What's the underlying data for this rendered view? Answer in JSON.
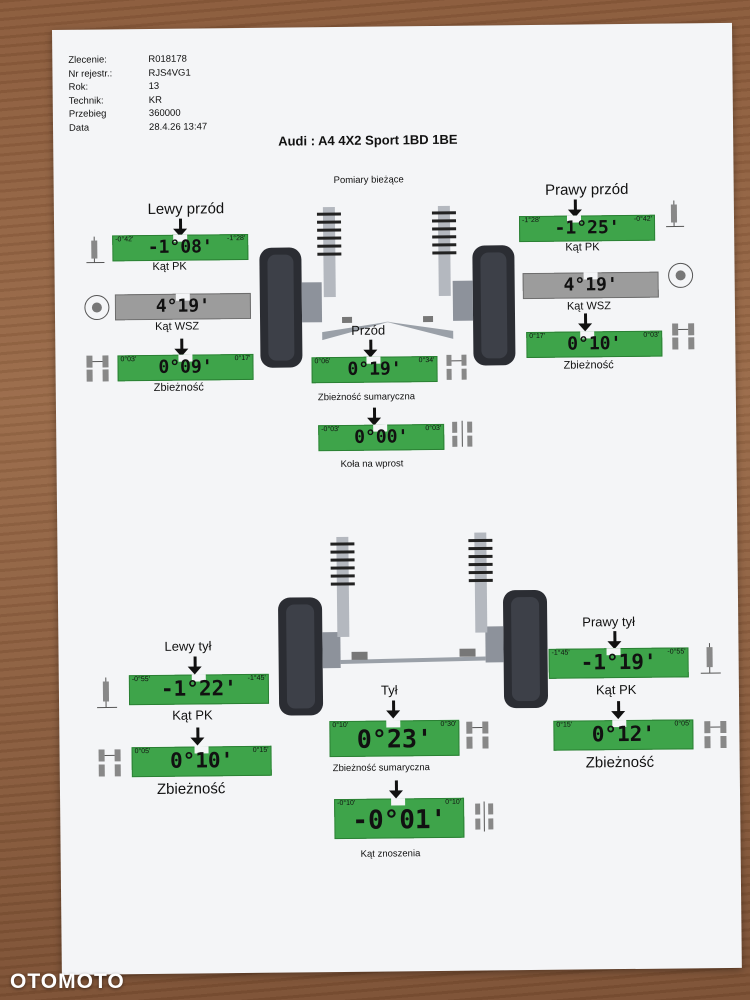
{
  "watermark": "OTOMOTO",
  "info": [
    {
      "key": "Zlecenie:",
      "value": "R018178"
    },
    {
      "key": "Nr rejestr.:",
      "value": "RJS4VG1"
    },
    {
      "key": "Rok:",
      "value": "13"
    },
    {
      "key": "Technik:",
      "value": "KR"
    },
    {
      "key": "Przebieg",
      "value": "360000"
    },
    {
      "key": "Data",
      "value": "28.4.26 13:47"
    }
  ],
  "vehicle_title": "Audi : A4 4X2 Sport 1BD 1BE",
  "front": {
    "section_label": "Pomiary bieżące",
    "left_label": "Lewy przód",
    "right_label": "Prawy przód",
    "axle_label": "Przód",
    "left_camber": {
      "value": "-1°08'",
      "min": "-0°42'",
      "max": "-1°28'",
      "label": "Kąt PK"
    },
    "right_camber": {
      "value": "-1°25'",
      "min": "-1°28'",
      "max": "-0°42'",
      "label": "Kąt PK"
    },
    "left_sai": {
      "value": "4°19'",
      "label": "Kąt WSZ"
    },
    "right_sai": {
      "value": "4°19'",
      "label": "Kąt WSZ"
    },
    "left_toe": {
      "value": "0°09'",
      "min": "0°03'",
      "max": "0°17'",
      "label": "Zbieżność"
    },
    "right_toe": {
      "value": "0°10'",
      "min": "0°17'",
      "max": "0°03'",
      "label": "Zbieżność"
    },
    "total_toe": {
      "value": "0°19'",
      "min": "0°06'",
      "max": "0°34'",
      "label": "Zbieżność sumaryczna"
    },
    "setback": {
      "value": "0°00'",
      "min": "-0°03'",
      "max": "0°03'",
      "label": "Koła na wprost"
    }
  },
  "rear": {
    "left_label": "Lewy tył",
    "right_label": "Prawy tył",
    "axle_label": "Tył",
    "left_camber": {
      "value": "-1°22'",
      "min": "-0°55'",
      "max": "-1°45'",
      "label": "Kąt PK"
    },
    "right_camber": {
      "value": "-1°19'",
      "min": "-1°45'",
      "max": "-0°55'",
      "label": "Kąt PK"
    },
    "left_toe": {
      "value": "0°10'",
      "min": "0°05'",
      "max": "0°15'",
      "label": "Zbieżność"
    },
    "right_toe": {
      "value": "0°12'",
      "min": "0°15'",
      "max": "0°05'",
      "label": "Zbieżność"
    },
    "total_toe": {
      "value": "0°23'",
      "min": "0°10'",
      "max": "0°30'",
      "label": "Zbieżność sumaryczna"
    },
    "thrust": {
      "value": "-0°01'",
      "min": "-0°10'",
      "max": "0°10'",
      "label": "Kąt znoszenia"
    }
  },
  "colors": {
    "in_spec": "#3ea44a",
    "neutral": "#9c9c9c"
  }
}
